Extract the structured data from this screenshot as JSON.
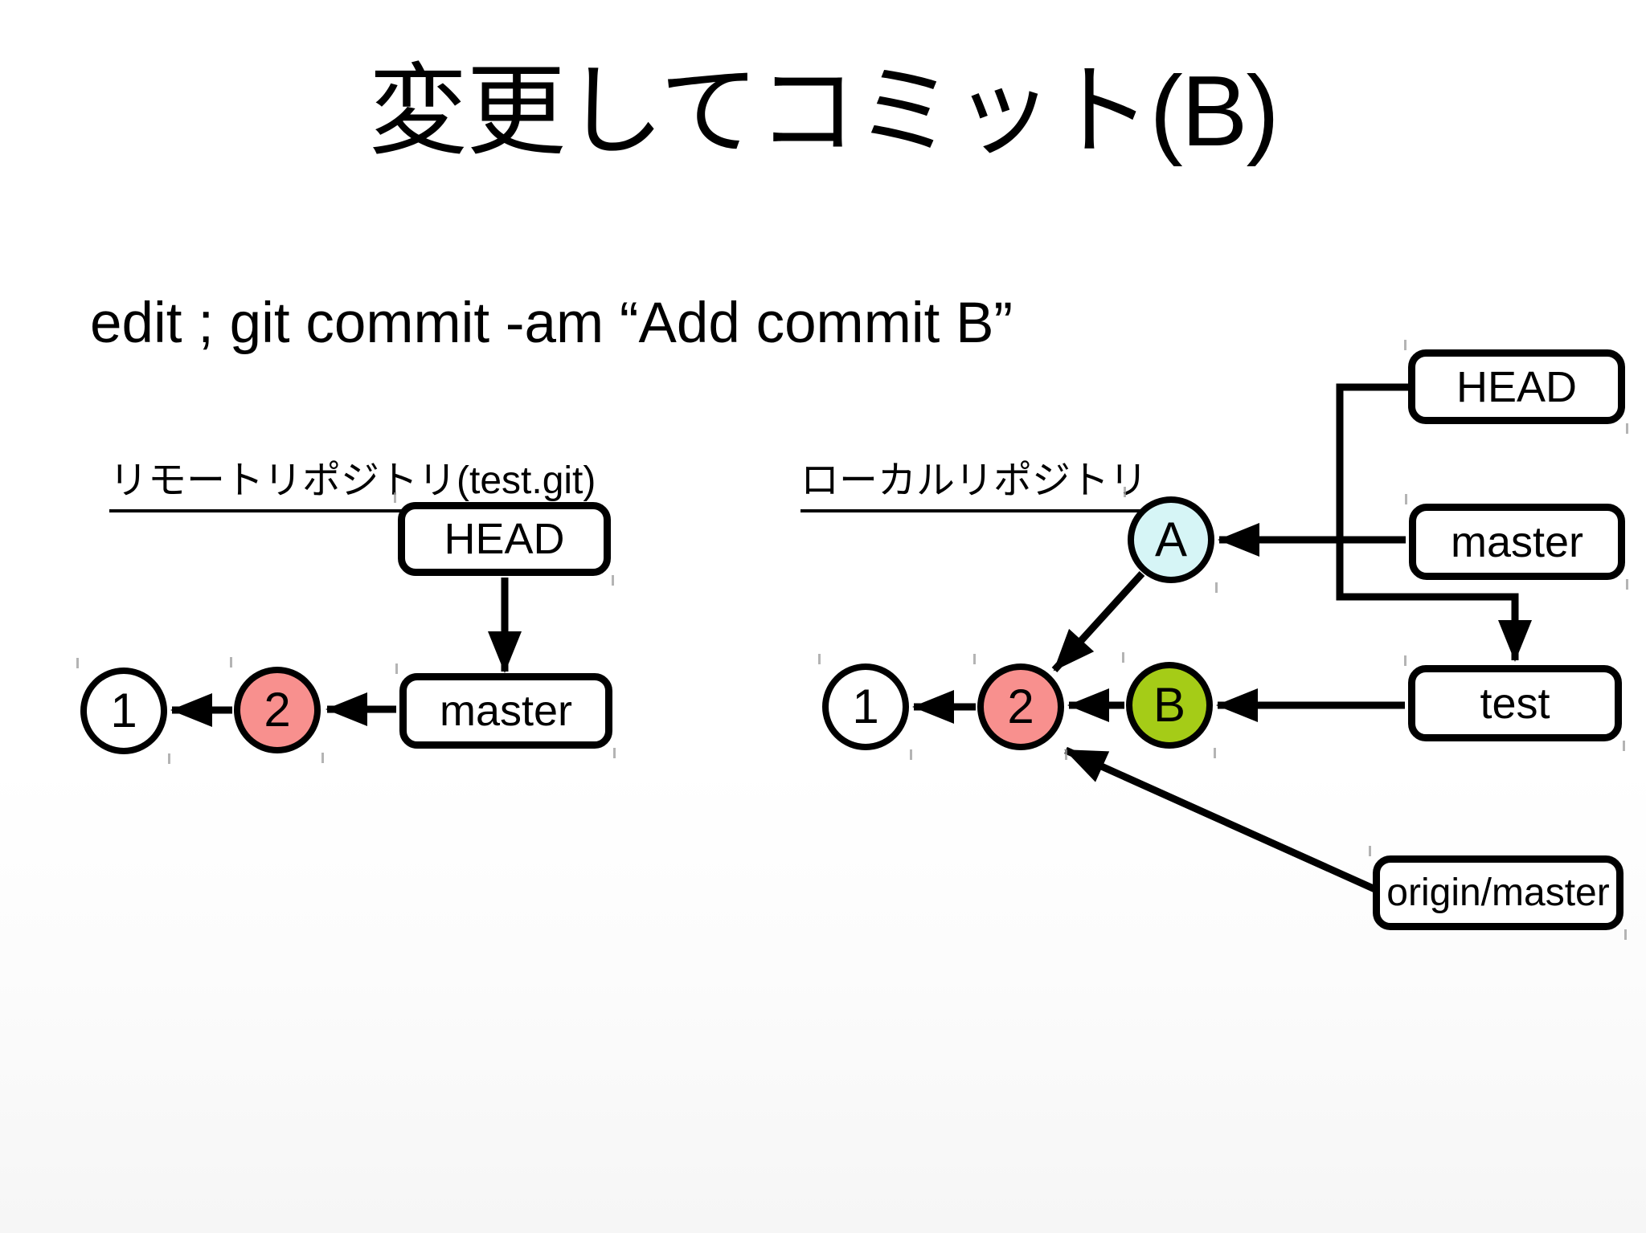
{
  "slide": {
    "title": "変更してコミット(B)",
    "command": "edit ; git commit -am “Add commit B”"
  },
  "remote_repo": {
    "label": "リモートリポジトリ(test.git)",
    "refs": {
      "head": "HEAD",
      "master": "master"
    },
    "commits": {
      "c1": "1",
      "c2": "2"
    }
  },
  "local_repo": {
    "label": "ローカルリポジトリ",
    "refs": {
      "head": "HEAD",
      "master": "master",
      "test": "test",
      "origin_master": "origin/master"
    },
    "commits": {
      "c1": "1",
      "c2": "2",
      "a": "A",
      "b": "B"
    }
  },
  "colors": {
    "commit-highlight": "#F8908E",
    "commit-a": "#D6F5F6",
    "commit-b": "#A5CC17",
    "stroke": "#000000"
  }
}
